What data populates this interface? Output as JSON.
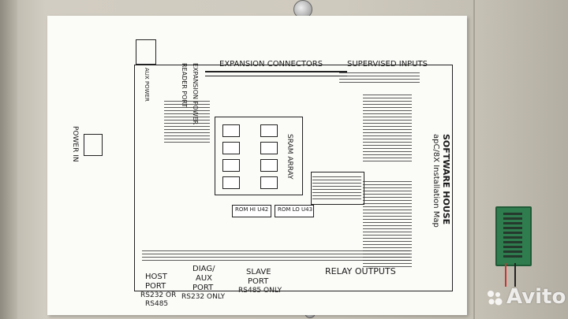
{
  "diagram": {
    "expansion_connectors": "EXPANSION CONNECTORS",
    "supervised_inputs": "SUPERVISED INPUTS",
    "software_house": "SOFTWARE HOUSE",
    "install_map": "apC/8X Installation Map",
    "sram_array": "SRAM ARRAY",
    "expansion_power": "EXPANSION POWER",
    "reader_port": "READER PORT",
    "aux_power": "AUX POWER",
    "power_in": "POWER IN",
    "rom_hi": "ROM HI U42",
    "rom_lo": "ROM LO U43",
    "relay_outputs": "RELAY OUTPUTS",
    "host_port_1": "HOST",
    "host_port_2": "PORT",
    "host_port_3": "RS232 OR",
    "host_port_4": "RS485",
    "diag_1": "DIAG/",
    "diag_2": "AUX",
    "diag_3": "PORT",
    "diag_4": "RS232 ONLY",
    "slave_1": "SLAVE",
    "slave_2": "PORT",
    "slave_3": "RS485 ONLY"
  },
  "watermark": {
    "text": "Avito"
  }
}
